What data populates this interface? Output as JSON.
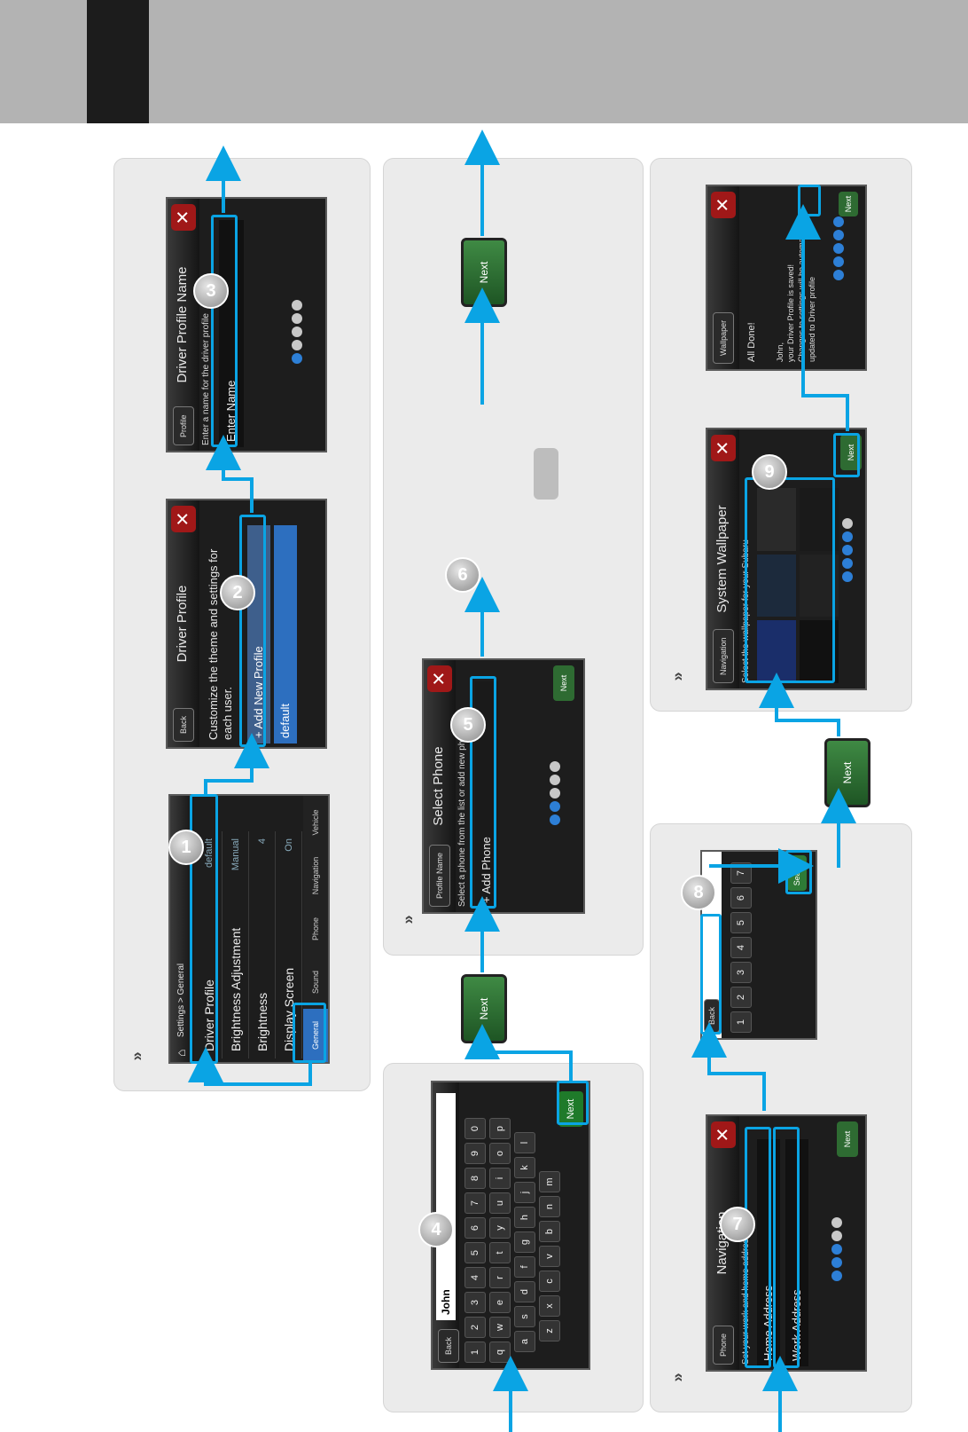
{
  "screens": {
    "settings": {
      "breadcrumb": "Settings > General",
      "rows": [
        {
          "label": "Driver Profile",
          "value": "default"
        },
        {
          "label": "Brightness Adjustment",
          "value": "Manual"
        },
        {
          "label": "Brightness",
          "value": "4"
        },
        {
          "label": "Display Screen",
          "value": "On"
        }
      ],
      "tabs": [
        "General",
        "Sound",
        "Phone",
        "Navigation",
        "Vehicle"
      ]
    },
    "driver_profile": {
      "back": "Back",
      "title": "Driver Profile",
      "description": "Customize the theme and settings for each user.",
      "add_new": "+ Add New Profile",
      "default_item": "default"
    },
    "profile_name": {
      "back": "Profile",
      "title": "Driver Profile Name",
      "subtitle": "Enter a name for the driver profile",
      "field": "Enter Name"
    },
    "keyboard": {
      "back": "Back",
      "value": "John",
      "next": "Next",
      "rows": [
        [
          "1",
          "2",
          "3",
          "4",
          "5",
          "6",
          "7",
          "8",
          "9",
          "0"
        ],
        [
          "q",
          "w",
          "e",
          "r",
          "t",
          "y",
          "u",
          "i",
          "o",
          "p"
        ],
        [
          "a",
          "s",
          "d",
          "f",
          "g",
          "h",
          "j",
          "k",
          "l"
        ],
        [
          "z",
          "x",
          "c",
          "v",
          "b",
          "n",
          "m"
        ]
      ]
    },
    "select_phone": {
      "back": "Profile Name",
      "title": "Select Phone",
      "subtitle": "Select a phone from the list or add new phone",
      "add_phone": "+ Add Phone",
      "next": "Next"
    },
    "navigation": {
      "back": "Phone",
      "title": "Navigation",
      "subtitle": "Set your work and home address",
      "home": "Home Address",
      "work": "Work Address",
      "next": "Next"
    },
    "search_kb": {
      "back": "Back",
      "search": "Search"
    },
    "wallpaper": {
      "back": "Navigation",
      "title": "System Wallpaper",
      "subtitle": "Select the wallpaper for your Subaru",
      "next": "Next"
    },
    "done": {
      "back": "Wallpaper",
      "title": "All Done!",
      "line1": "John,",
      "line2": "your Driver Profile is saved!",
      "line3": "Changes to settings will be automatically",
      "line4": "updated to Driver profile",
      "next": "Next"
    }
  },
  "steps": [
    "1",
    "2",
    "3",
    "4",
    "5",
    "6",
    "7",
    "8",
    "9"
  ],
  "next_label": "Next",
  "accent_color": "#0aa4e4"
}
